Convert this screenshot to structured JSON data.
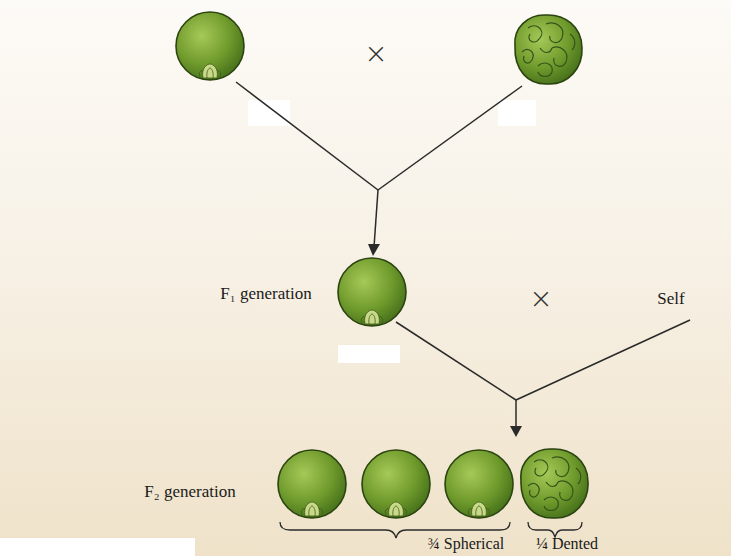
{
  "diagram": {
    "labels": [
      "×",
      "F₁ generation",
      "×",
      "Self",
      "F₂ generation",
      "¾ Spherical",
      "¼ Dented"
    ]
  }
}
